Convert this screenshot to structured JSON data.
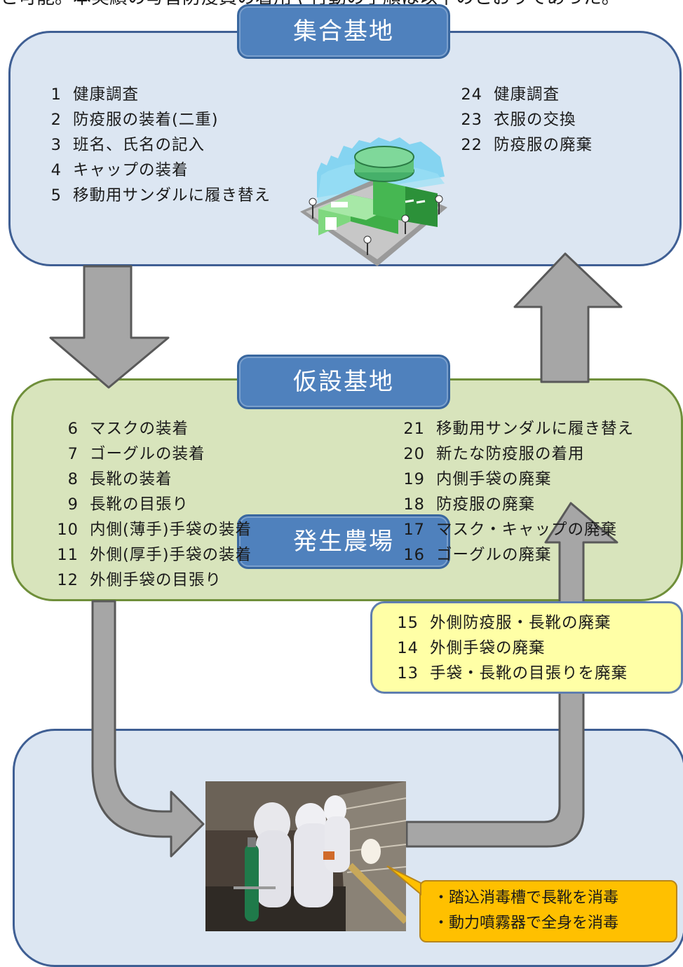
{
  "top_caption": "と可能。本実績の写音防疫員の着用や行動の手順は以下のとおりであった。",
  "sections": {
    "assembly": {
      "title": "集合基地",
      "left_steps": [
        {
          "num": "1",
          "text": "健康調査"
        },
        {
          "num": "2",
          "text": "防疫服の装着(二重)"
        },
        {
          "num": "3",
          "text": "班名、氏名の記入"
        },
        {
          "num": "4",
          "text": "キャップの装着"
        },
        {
          "num": "5",
          "text": "移動用サンダルに履き替え"
        }
      ],
      "right_steps": [
        {
          "num": "24",
          "text": "健康調査"
        },
        {
          "num": "23",
          "text": "衣服の交換"
        },
        {
          "num": "22",
          "text": "防疫服の廃棄"
        }
      ]
    },
    "temporary": {
      "title": "仮設基地",
      "left_steps": [
        {
          "num": "6",
          "text": "マスクの装着"
        },
        {
          "num": "7",
          "text": "ゴーグルの装着"
        },
        {
          "num": "8",
          "text": "長靴の装着"
        },
        {
          "num": "9",
          "text": "長靴の目張り"
        },
        {
          "num": "10",
          "text": "内側(薄手)手袋の装着"
        },
        {
          "num": "11",
          "text": "外側(厚手)手袋の装着"
        },
        {
          "num": "12",
          "text": "外側手袋の目張り"
        }
      ],
      "right_steps": [
        {
          "num": "21",
          "text": "移動用サンダルに履き替え"
        },
        {
          "num": "20",
          "text": "新たな防疫服の着用"
        },
        {
          "num": "19",
          "text": "内側手袋の廃棄"
        },
        {
          "num": "18",
          "text": "防疫服の廃棄"
        },
        {
          "num": "17",
          "text": "マスク・キャップの廃棄"
        },
        {
          "num": "16",
          "text": "ゴーグルの廃棄"
        }
      ]
    },
    "disposal": {
      "steps": [
        {
          "num": "15",
          "text": "外側防疫服・長靴の廃棄"
        },
        {
          "num": "14",
          "text": "外側手袋の廃棄"
        },
        {
          "num": "13",
          "text": "手袋・長靴の目張りを廃棄"
        }
      ]
    },
    "farm": {
      "title": "発生農場",
      "callout": [
        "・踏込消毒槽で長靴を消毒",
        "・動力噴霧器で全身を消毒"
      ]
    }
  },
  "colors": {
    "blue_panel": "#dce6f2",
    "green_panel": "#d8e4bc",
    "title_tab": "#4f81bd",
    "arrow": "#a6a6a6",
    "yellow_box": "#ffffa6",
    "callout": "#ffc000"
  },
  "icons": {
    "building": "building-clipart-icon",
    "photo": "farm-workers-photo"
  }
}
